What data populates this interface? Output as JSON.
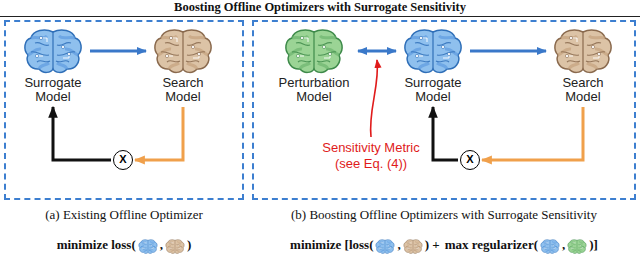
{
  "diagram": {
    "title": "Boosting Offline Optimizers with Surrogate Sensitivity",
    "nodes": [
      {
        "text": [
          "(a) Existing Offline Optimizer"
        ]
      },
      {
        "text": [
          "Surrogate Model"
        ],
        "in": 0
      },
      {
        "text": [
          "Search Model"
        ],
        "in": 0
      },
      {
        "text": [
          "X"
        ],
        "in": 0
      },
      {
        "text": [
          "(b) Boosting Offline Optimizers with Surrogate Sensitivity"
        ]
      },
      {
        "text": [
          "Perturbation Model"
        ],
        "in": 4
      },
      {
        "text": [
          "Surrogate Model"
        ],
        "in": 4
      },
      {
        "text": [
          "Search Model"
        ],
        "in": 4
      },
      {
        "text": [
          "X"
        ],
        "in": 4
      }
    ],
    "edges": [
      {
        "from": 1,
        "to": 2,
        "arrow": "to"
      },
      {
        "from": 2,
        "to": 3,
        "arrow": "to"
      },
      {
        "from": 3,
        "to": 1,
        "arrow": "to"
      },
      {
        "from": 5,
        "to": 6,
        "arrow": "both"
      },
      {
        "from": 6,
        "to": 7,
        "arrow": "to"
      },
      {
        "from": 7,
        "to": 8,
        "arrow": "to"
      },
      {
        "from": 8,
        "to": 6,
        "arrow": "to"
      }
    ],
    "labels": [
      "Sensitivity Metric (see Eq. (4))",
      "minimize loss(",
      ",",
      ")",
      "minimize [loss(",
      ",",
      ") +",
      "max regularizer(",
      ",",
      ")]"
    ]
  }
}
